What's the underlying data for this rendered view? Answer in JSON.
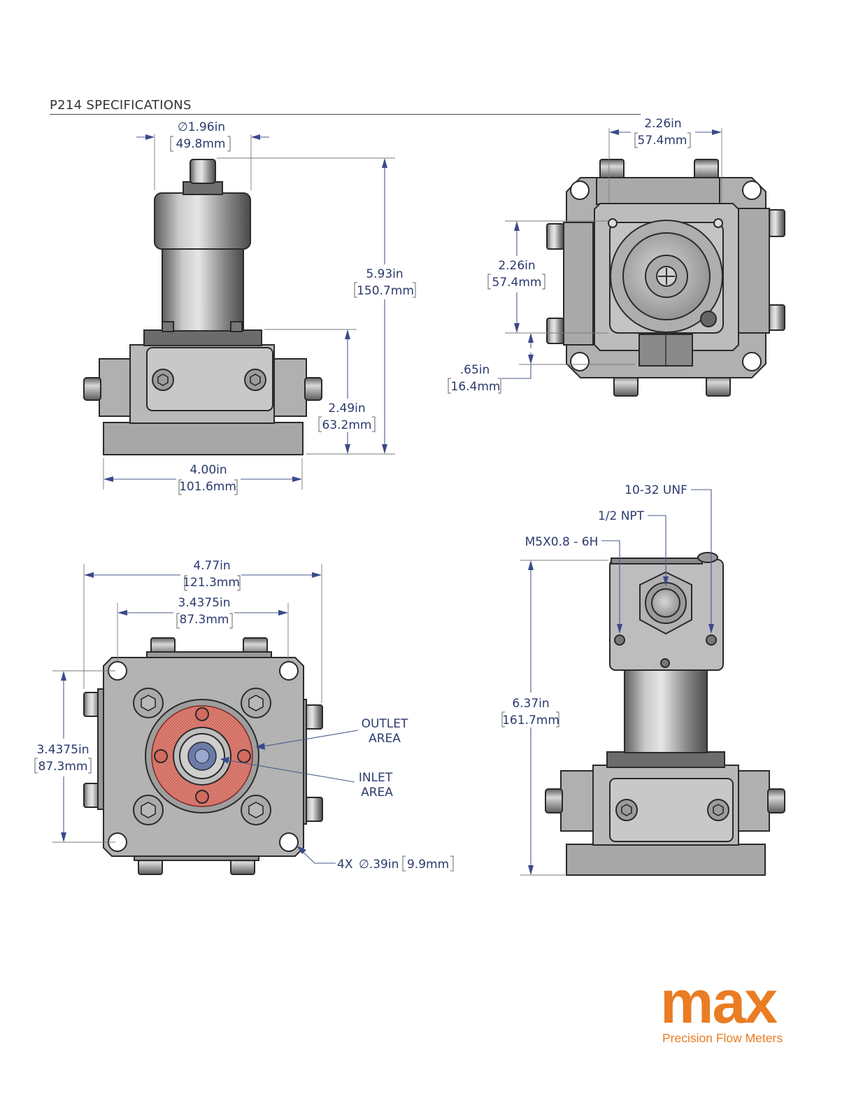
{
  "header": {
    "title": "P214 SPECIFICATIONS"
  },
  "dimensions": {
    "front_dia_in": "∅1.96in",
    "front_dia_mm": "49.8mm",
    "front_height_in": "5.93in",
    "front_height_mm": "150.7mm",
    "front_base_in": "2.49in",
    "front_base_mm": "63.2mm",
    "front_width_in": "4.00in",
    "front_width_mm": "101.6mm",
    "top_width_in": "2.26in",
    "top_width_mm": "57.4mm",
    "top_height_in": "2.26in",
    "top_height_mm": "57.4mm",
    "top_offset_in": ".65in",
    "top_offset_mm": "16.4mm",
    "bottom_outer_in": "4.77in",
    "bottom_outer_mm": "121.3mm",
    "bottom_holes_in": "3.4375in",
    "bottom_holes_mm": "87.3mm",
    "bottom_vert_in": "3.4375in",
    "bottom_vert_mm": "87.3mm",
    "bottom_holes_note_a": "4X",
    "bottom_holes_note_b": "∅.39in",
    "bottom_holes_note_c": "9.9mm",
    "side_height_in": "6.37in",
    "side_height_mm": "161.7mm"
  },
  "callouts": {
    "outlet_1": "OUTLET",
    "outlet_2": "AREA",
    "inlet_1": "INLET",
    "inlet_2": "AREA",
    "thread_unf": "10-32 UNF",
    "thread_npt": "1/2 NPT",
    "thread_metric": "M5X0.8 - 6H"
  },
  "logo": {
    "brand": "max",
    "tagline": "Precision Flow Meters"
  },
  "colors": {
    "accent": "#ea7c23",
    "dimension": "#2b3a6e",
    "part": "#9a9a9a",
    "highlight": "#e07a70"
  }
}
